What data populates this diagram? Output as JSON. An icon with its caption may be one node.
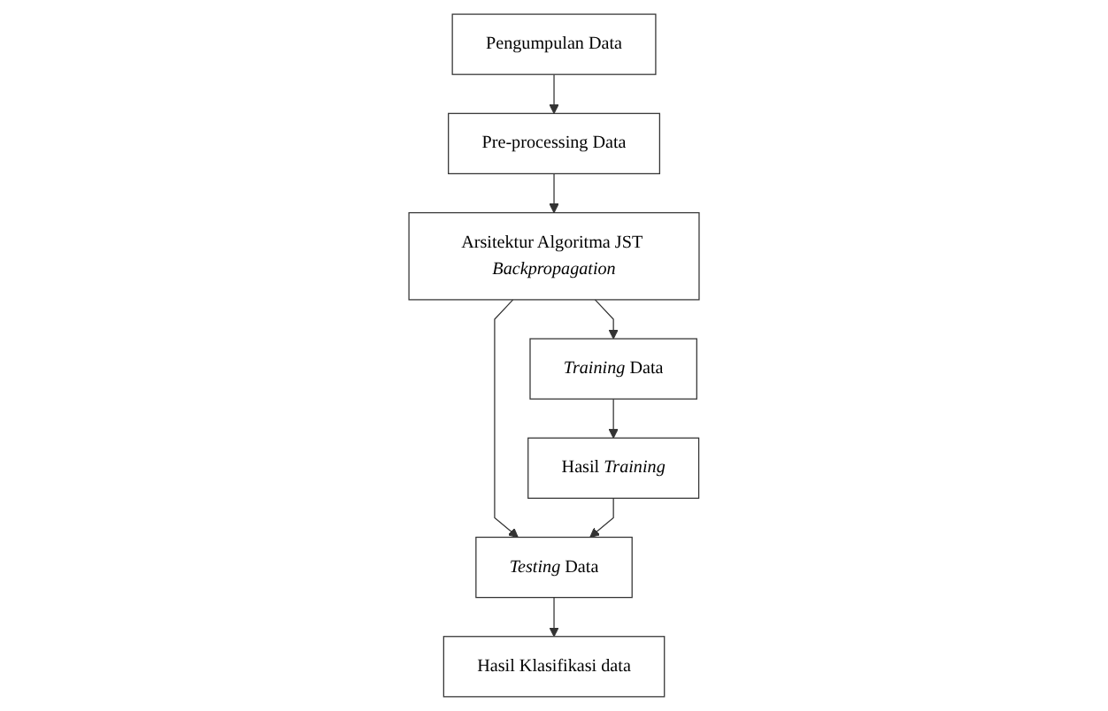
{
  "diagram": {
    "nodes": [
      {
        "text": [
          "Pengumpulan Data"
        ]
      },
      {
        "text": [
          "Pre-processing Data"
        ]
      },
      {
        "text": [
          "Arsitektur Algoritma JST *Backpropagation*"
        ]
      },
      {
        "text": [
          "*Training* Data"
        ]
      },
      {
        "text": [
          "Hasil *Training*"
        ]
      },
      {
        "text": [
          "*Testing* Data"
        ]
      },
      {
        "text": [
          "Hasil Klasifikasi data"
        ]
      }
    ],
    "edges": [
      {
        "from": 0,
        "to": 1,
        "arrow": "to"
      },
      {
        "from": 1,
        "to": 2,
        "arrow": "to"
      },
      {
        "from": 2,
        "to": 3,
        "arrow": "to"
      },
      {
        "from": 2,
        "to": 5,
        "arrow": "to"
      },
      {
        "from": 3,
        "to": 4,
        "arrow": "to"
      },
      {
        "from": 4,
        "to": 5,
        "arrow": "to"
      },
      {
        "from": 5,
        "to": 6,
        "arrow": "to"
      }
    ]
  }
}
